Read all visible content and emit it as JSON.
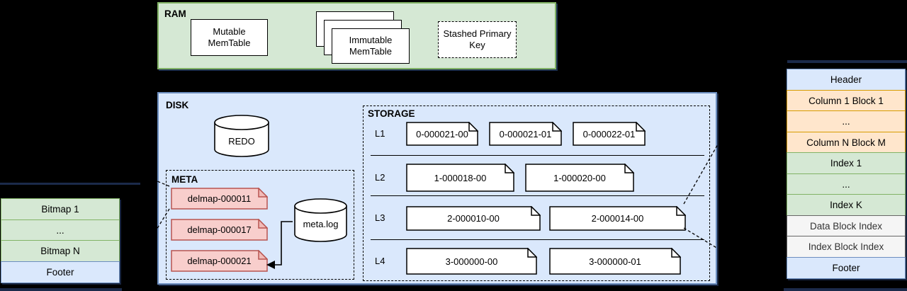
{
  "theme": {
    "background": "#000000",
    "green_fill": "#d5e8d4",
    "green_border": "#82b366",
    "blue_fill": "#dae8fc",
    "blue_border": "#6c8ebf",
    "orange_fill": "#ffe6cc",
    "orange_border": "#d79b00",
    "gray_fill": "#f5f5f5",
    "gray_border": "#666666",
    "doc": {
      "plain": {
        "fill": "#ffffff",
        "stroke": "#000000",
        "fold": "#ffffff"
      },
      "delmap": {
        "fill": "#f8cecc",
        "stroke": "#b85450",
        "fold": "#f1bab7"
      }
    }
  },
  "ram": {
    "label": "RAM",
    "mutable_memtable": "Mutable MemTable",
    "immutable_memtable": "Immutable MemTable",
    "stashed_primary_key": "Stashed Primary Key"
  },
  "disk": {
    "label": "DISK",
    "redo_log": "REDO",
    "meta": {
      "label": "META",
      "log": "meta.log",
      "delmap_files": [
        "delmap-000011",
        "delmap-000017",
        "delmap-000021"
      ]
    },
    "storage": {
      "label": "STORAGE",
      "levels": [
        {
          "label": "L1",
          "files": [
            "0-000021-00",
            "0-000021-01",
            "0-000022-01"
          ]
        },
        {
          "label": "L2",
          "files": [
            "1-000018-00",
            "1-000020-00"
          ]
        },
        {
          "label": "L3",
          "files": [
            "2-000010-00",
            "2-000014-00"
          ]
        },
        {
          "label": "L4",
          "files": [
            "3-000000-00",
            "3-000000-01"
          ]
        }
      ]
    }
  },
  "delmap_layout": {
    "rows": [
      {
        "label": "Bitmap 1",
        "type": "green"
      },
      {
        "label": "...",
        "type": "green"
      },
      {
        "label": "Bitmap N",
        "type": "green"
      },
      {
        "label": "Footer",
        "type": "blue"
      }
    ]
  },
  "sst_layout": {
    "rows": [
      {
        "label": "Header",
        "type": "blue"
      },
      {
        "label": "Column 1 Block 1",
        "type": "orange"
      },
      {
        "label": "...",
        "type": "orange"
      },
      {
        "label": "Column N Block M",
        "type": "orange"
      },
      {
        "label": "Index 1",
        "type": "green"
      },
      {
        "label": "...",
        "type": "green"
      },
      {
        "label": "Index K",
        "type": "green"
      },
      {
        "label": "Data Block Index",
        "type": "gray"
      },
      {
        "label": "Index Block Index",
        "type": "gray"
      },
      {
        "label": "Footer",
        "type": "blue"
      }
    ]
  }
}
